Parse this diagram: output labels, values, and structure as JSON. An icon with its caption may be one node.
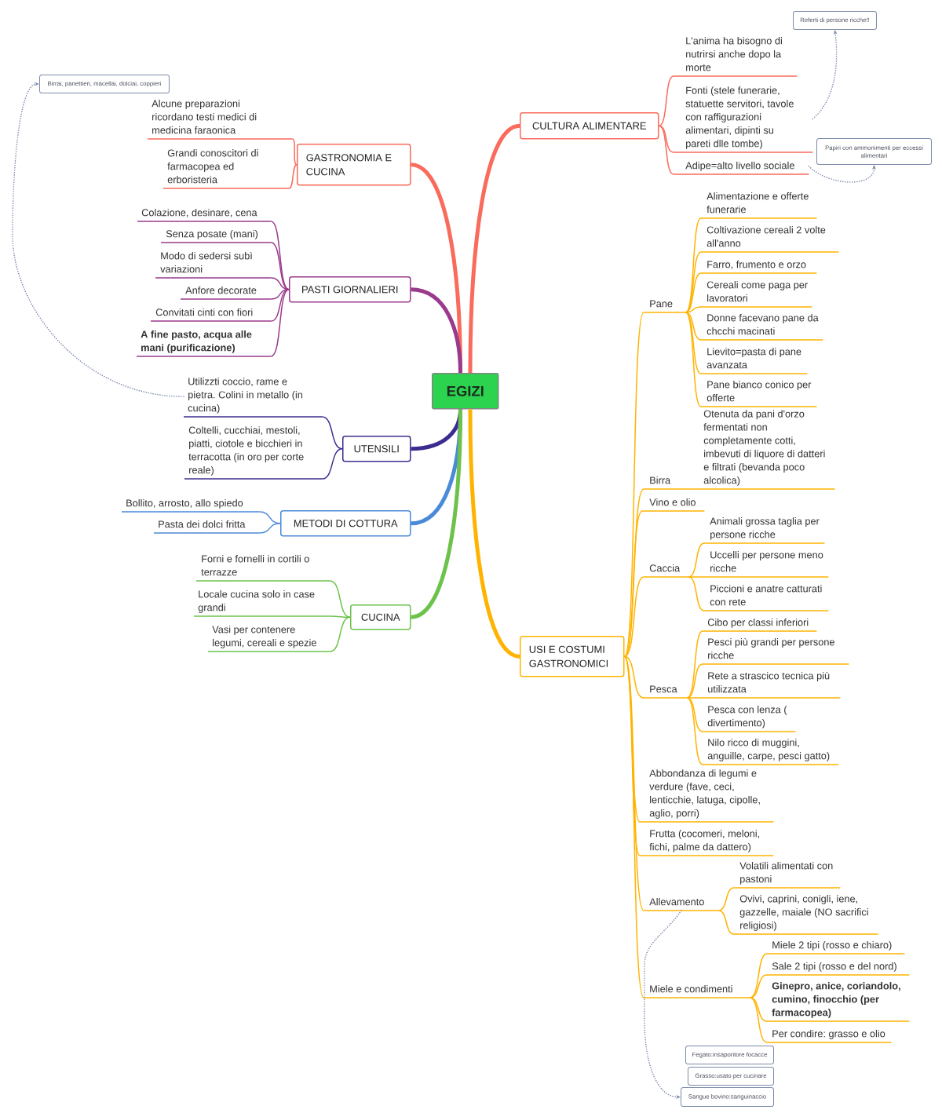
{
  "diagram": {
    "nodes": [
      {
        "text": [
          "EGIZI"
        ]
      },
      {
        "text": [
          "CULTURA ALIMENTARE"
        ]
      },
      {
        "text": [
          "L'anima ha bisogno di nutrirsi anche dopo la morte"
        ]
      },
      {
        "text": [
          "Fonti (stele funerarie, statuette servitori, tavole con raffigurazioni alimentari, dipinti su pareti dlle tombe)"
        ]
      },
      {
        "text": [
          "Adipe=alto livello sociale"
        ]
      },
      {
        "text": [
          "Referti di persone ricche!!"
        ]
      },
      {
        "text": [
          "Papiri con ammonimenti per eccessi alimentari"
        ]
      },
      {
        "text": [
          "GASTRONOMIA E CUCINA"
        ]
      },
      {
        "text": [
          "Alcune preparazioni ricordano testi medici di medicina faraonica"
        ]
      },
      {
        "text": [
          "Grandi conoscitori di farmacopea ed erboristeria"
        ]
      },
      {
        "text": [
          "Birrai, panettieri, macellai, dolciai, coppieri"
        ]
      },
      {
        "text": [
          "PASTI GIORNALIERI"
        ]
      },
      {
        "text": [
          "Colazione, desinare, cena"
        ]
      },
      {
        "text": [
          "Senza posate (mani)"
        ]
      },
      {
        "text": [
          "Modo di sedersi subì variazioni"
        ]
      },
      {
        "text": [
          "Anfore decorate"
        ]
      },
      {
        "text": [
          "Convitati cinti con fiori"
        ]
      },
      {
        "text": [
          "A fine pasto, acqua alle mani (purificazione)"
        ]
      },
      {
        "text": [
          "UTENSILI"
        ]
      },
      {
        "text": [
          "Utilizzti coccio, rame e pietra. Colini in metallo (in cucina)"
        ]
      },
      {
        "text": [
          "Coltelli, cucchiai, mestoli, piatti, ciotole e bicchieri in terracotta (in oro per corte reale)"
        ]
      },
      {
        "text": [
          "METODI DI COTTURA"
        ]
      },
      {
        "text": [
          "Bollito, arrosto, allo spiedo"
        ]
      },
      {
        "text": [
          "Pasta dei dolci fritta"
        ]
      },
      {
        "text": [
          "CUCINA"
        ]
      },
      {
        "text": [
          "Forni e fornelli in cortili o terrazze"
        ]
      },
      {
        "text": [
          "Locale cucina solo in case grandi"
        ]
      },
      {
        "text": [
          "Vasi per contenere legumi, cereali e spezie"
        ]
      },
      {
        "text": [
          "USI E COSTUMI GASTRONOMICI"
        ]
      },
      {
        "text": [
          "Pane"
        ]
      },
      {
        "text": [
          "Alimentazione e offerte funerarie"
        ]
      },
      {
        "text": [
          "Coltivazione cereali 2 volte all'anno"
        ]
      },
      {
        "text": [
          "Farro, frumento e orzo"
        ]
      },
      {
        "text": [
          "Cereali come paga per lavoratori"
        ]
      },
      {
        "text": [
          "Donne facevano pane da chcchi macinati"
        ]
      },
      {
        "text": [
          "Lievito=pasta di pane avanzata"
        ]
      },
      {
        "text": [
          "Pane bianco conico per offerte"
        ]
      },
      {
        "text": [
          "Birra"
        ]
      },
      {
        "text": [
          "Otenuta da pani d'orzo fermentati non completamente cotti, imbevuti di liquore di datteri e filtrati (bevanda poco alcolica)"
        ]
      },
      {
        "text": [
          "Vino e olio"
        ]
      },
      {
        "text": [
          "Caccia"
        ]
      },
      {
        "text": [
          "Animali grossa taglia per persone ricche"
        ]
      },
      {
        "text": [
          "Uccelli per persone meno ricche"
        ]
      },
      {
        "text": [
          "Piccioni e anatre catturati con rete"
        ]
      },
      {
        "text": [
          "Pesca"
        ]
      },
      {
        "text": [
          "Cibo per classi inferiori"
        ]
      },
      {
        "text": [
          "Pesci più grandi per persone ricche"
        ]
      },
      {
        "text": [
          "Rete a strascico tecnica più utilizzata"
        ]
      },
      {
        "text": [
          "Pesca con lenza ( divertimento)"
        ]
      },
      {
        "text": [
          "Nilo ricco di muggini, anguille, carpe, pesci gatto)"
        ]
      },
      {
        "text": [
          "Abbondanza di legumi e verdure (fave, ceci, lenticchie, latuga, cipolle, aglio, porri)"
        ]
      },
      {
        "text": [
          "Frutta (cocomeri, meloni, fichi, palme da dattero)"
        ]
      },
      {
        "text": [
          "Allevamento"
        ]
      },
      {
        "text": [
          "Volatili alimentati con pastoni"
        ]
      },
      {
        "text": [
          "Ovivi, caprini, conigli, iene, gazzelle, maiale (NO sacrifici religiosi)"
        ]
      },
      {
        "text": [
          "Miele e condimenti"
        ]
      },
      {
        "text": [
          "Miele 2 tipi (rosso e chiaro)"
        ]
      },
      {
        "text": [
          "Sale 2 tipi (rosso e del nord)"
        ]
      },
      {
        "text": [
          "Ginepro, anice, coriandolo, cumino, finocchio (per farmacopea)"
        ]
      },
      {
        "text": [
          "Per condire: grasso e olio"
        ]
      },
      {
        "text": [
          "Fegato:insaporitore focacce"
        ]
      },
      {
        "text": [
          "Grasso:usato per cucinare"
        ]
      },
      {
        "text": [
          "Sangue bovino:sanguinaccio"
        ]
      }
    ],
    "edges": [
      {
        "from": 0,
        "to": 1,
        "arrow": "none",
        "style": "thick",
        "color": "#f96b5c"
      },
      {
        "from": 1,
        "to": 2,
        "arrow": "none",
        "color": "#f96b5c"
      },
      {
        "from": 1,
        "to": 3,
        "arrow": "none",
        "color": "#f96b5c"
      },
      {
        "from": 1,
        "to": 4,
        "arrow": "none",
        "color": "#f96b5c"
      },
      {
        "from": 0,
        "to": 7,
        "arrow": "none",
        "style": "thick",
        "color": "#f96b5c"
      },
      {
        "from": 7,
        "to": 8,
        "arrow": "none",
        "color": "#f96b5c"
      },
      {
        "from": 7,
        "to": 9,
        "arrow": "none",
        "color": "#f96b5c"
      },
      {
        "from": 0,
        "to": 11,
        "arrow": "none",
        "style": "thick",
        "color": "#9a3a8c"
      },
      {
        "from": 11,
        "to": 12,
        "arrow": "none",
        "color": "#9a3a8c"
      },
      {
        "from": 11,
        "to": 13,
        "arrow": "none",
        "color": "#9a3a8c"
      },
      {
        "from": 11,
        "to": 14,
        "arrow": "none",
        "color": "#9a3a8c"
      },
      {
        "from": 11,
        "to": 15,
        "arrow": "none",
        "color": "#9a3a8c"
      },
      {
        "from": 11,
        "to": 16,
        "arrow": "none",
        "color": "#9a3a8c"
      },
      {
        "from": 11,
        "to": 17,
        "arrow": "none",
        "color": "#9a3a8c"
      },
      {
        "from": 0,
        "to": 18,
        "arrow": "none",
        "style": "thick",
        "color": "#3b2d8f"
      },
      {
        "from": 18,
        "to": 19,
        "arrow": "none",
        "color": "#3b2d8f"
      },
      {
        "from": 18,
        "to": 20,
        "arrow": "none",
        "color": "#3b2d8f"
      },
      {
        "from": 0,
        "to": 21,
        "arrow": "none",
        "style": "thick",
        "color": "#4a8ad9"
      },
      {
        "from": 21,
        "to": 22,
        "arrow": "none",
        "color": "#4a8ad9"
      },
      {
        "from": 21,
        "to": 23,
        "arrow": "none",
        "color": "#4a8ad9"
      },
      {
        "from": 0,
        "to": 24,
        "arrow": "none",
        "style": "thick",
        "color": "#6cc24a"
      },
      {
        "from": 24,
        "to": 25,
        "arrow": "none",
        "color": "#6cc24a"
      },
      {
        "from": 24,
        "to": 26,
        "arrow": "none",
        "color": "#6cc24a"
      },
      {
        "from": 24,
        "to": 27,
        "arrow": "none",
        "color": "#6cc24a"
      },
      {
        "from": 0,
        "to": 28,
        "arrow": "none",
        "style": "thick"
      },
      {
        "from": 28,
        "to": 29,
        "arrow": "none"
      },
      {
        "from": 29,
        "to": 30,
        "arrow": "none"
      },
      {
        "from": 29,
        "to": 31,
        "arrow": "none"
      },
      {
        "from": 29,
        "to": 32,
        "arrow": "none"
      },
      {
        "from": 29,
        "to": 33,
        "arrow": "none"
      },
      {
        "from": 29,
        "to": 34,
        "arrow": "none"
      },
      {
        "from": 29,
        "to": 35,
        "arrow": "none"
      },
      {
        "from": 29,
        "to": 36,
        "arrow": "none"
      },
      {
        "from": 28,
        "to": 37,
        "arrow": "none"
      },
      {
        "from": 37,
        "to": 38,
        "arrow": "none"
      },
      {
        "from": 28,
        "to": 39,
        "arrow": "none"
      },
      {
        "from": 28,
        "to": 40,
        "arrow": "none"
      },
      {
        "from": 40,
        "to": 41,
        "arrow": "none"
      },
      {
        "from": 40,
        "to": 42,
        "arrow": "none"
      },
      {
        "from": 40,
        "to": 43,
        "arrow": "none"
      },
      {
        "from": 28,
        "to": 44,
        "arrow": "none"
      },
      {
        "from": 44,
        "to": 45,
        "arrow": "none"
      },
      {
        "from": 44,
        "to": 46,
        "arrow": "none"
      },
      {
        "from": 44,
        "to": 47,
        "arrow": "none"
      },
      {
        "from": 44,
        "to": 48,
        "arrow": "none"
      },
      {
        "from": 44,
        "to": 49,
        "arrow": "none"
      },
      {
        "from": 28,
        "to": 50,
        "arrow": "none"
      },
      {
        "from": 28,
        "to": 51,
        "arrow": "none"
      },
      {
        "from": 28,
        "to": 52,
        "arrow": "none"
      },
      {
        "from": 52,
        "to": 53,
        "arrow": "none"
      },
      {
        "from": 52,
        "to": 54,
        "arrow": "none"
      },
      {
        "from": 28,
        "to": 55,
        "arrow": "none"
      },
      {
        "from": 55,
        "to": 56,
        "arrow": "none"
      },
      {
        "from": 55,
        "to": 57,
        "arrow": "none"
      },
      {
        "from": 55,
        "to": 58,
        "arrow": "none"
      },
      {
        "from": 55,
        "to": 59,
        "arrow": "none"
      },
      {
        "from": 3,
        "to": 5,
        "arrow": "to",
        "style": "dashed",
        "color": "#7b8aab"
      },
      {
        "from": 4,
        "to": 6,
        "arrow": "to",
        "style": "dashed",
        "color": "#7b8aab"
      },
      {
        "from": 19,
        "to": 10,
        "arrow": "to",
        "style": "dashed",
        "color": "#7b8aab"
      },
      {
        "from": 52,
        "to": 62,
        "arrow": "to",
        "style": "dashed",
        "color": "#7b8aab"
      }
    ]
  }
}
